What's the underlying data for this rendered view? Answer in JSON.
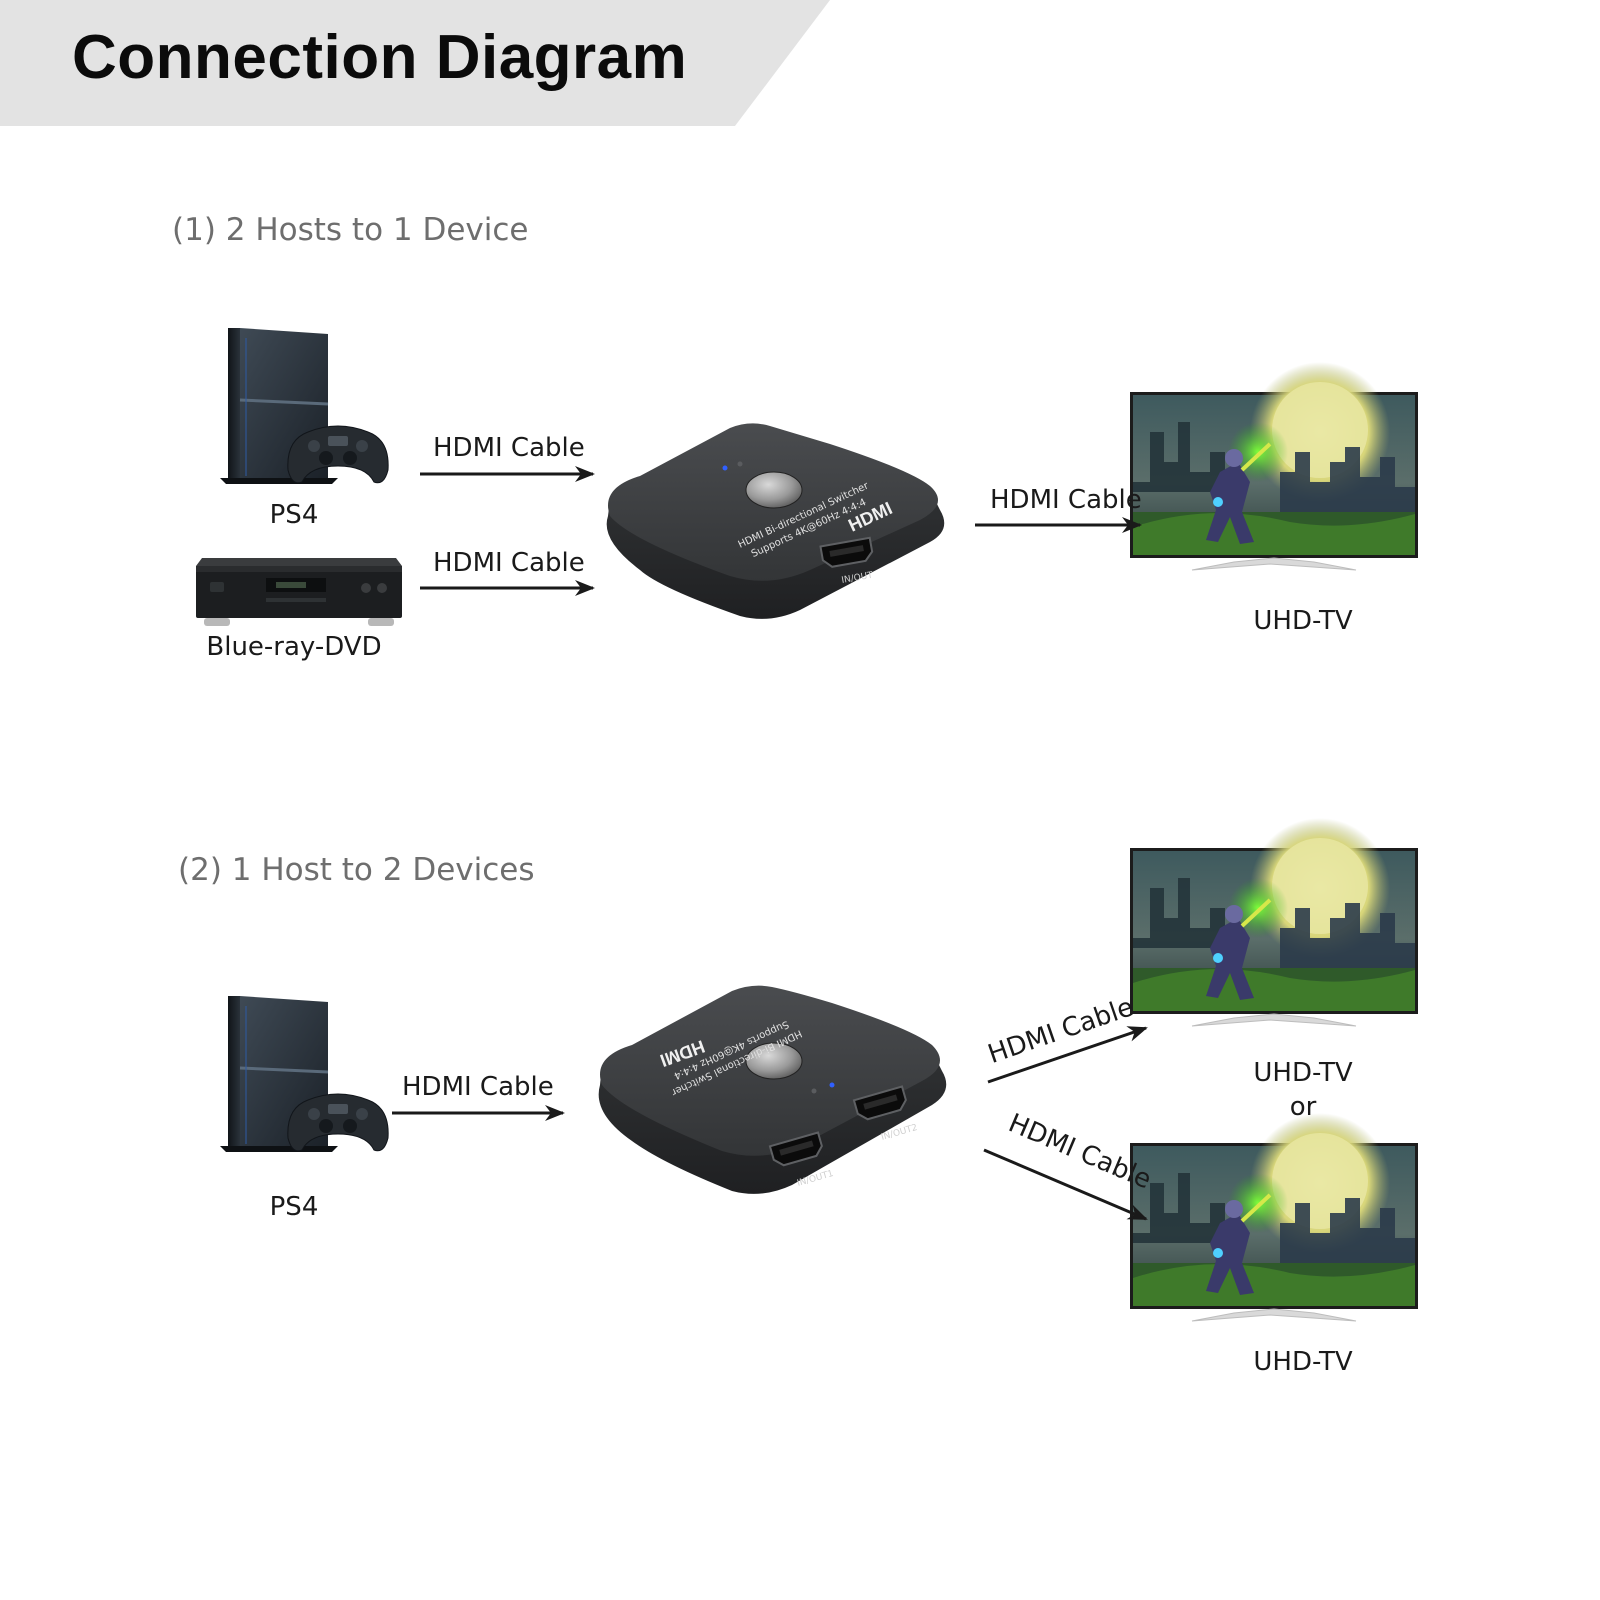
{
  "header": {
    "title": "Connection Diagram"
  },
  "sections": [
    {
      "title": "(1) 2 Hosts to 1 Device",
      "hosts": [
        "PS4",
        "Blue-ray-DVD"
      ],
      "switch_ports": [
        "IN/OUT"
      ],
      "switch_print": [
        "HDMI Bi-directional Switcher",
        "Supports 4K@60Hz 4:4:4"
      ],
      "switch_logo": "HDMI",
      "device": "UHD-TV",
      "cables": [
        "HDMI Cable",
        "HDMI Cable",
        "HDMI Cable"
      ]
    },
    {
      "title": "(2) 1 Host to 2 Devices",
      "host": "PS4",
      "switch_ports": [
        "IN/OUT1",
        "IN/OUT2"
      ],
      "switch_print": [
        "HDMI Bi-directional Switcher",
        "Supports 4K@60Hz 4:4:4"
      ],
      "switch_logo": "HDMI",
      "devices": [
        "UHD-TV",
        "UHD-TV"
      ],
      "connector": "or",
      "cables": [
        "HDMI Cable",
        "HDMI Cable",
        "HDMI Cable"
      ]
    }
  ],
  "colors": {
    "title_band": "#e3e3e3",
    "switch_body": "#3b3d3f",
    "line": "#1a1a1a",
    "section_title": "#6e6e6e"
  },
  "icons": [
    "ps4-console-icon",
    "gamepad-icon",
    "bluray-player-icon",
    "hdmi-switch-icon",
    "uhd-tv-icon",
    "arrow-icon"
  ]
}
